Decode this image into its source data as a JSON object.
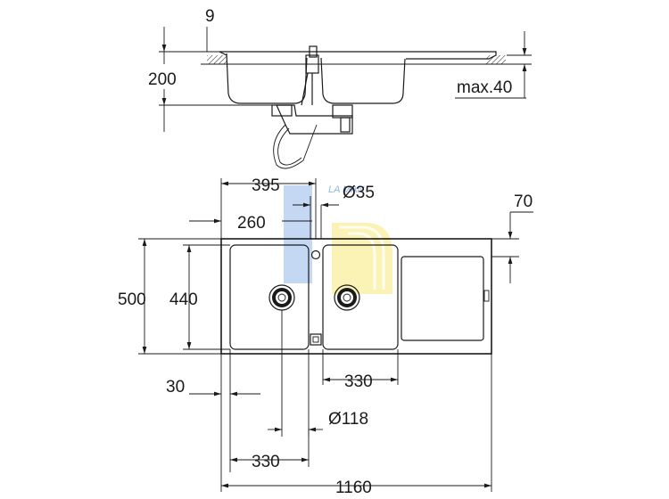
{
  "diagram": {
    "side_view": {
      "dim_thickness": "9",
      "dim_depth": "200",
      "dim_worktop": "max.40"
    },
    "top_view": {
      "dim_tap_offset": "395",
      "dim_tap_hole": "Ø35",
      "dim_drainer_edge": "70",
      "dim_bowl_offset": "260",
      "dim_width": "500",
      "dim_bowl_depth": "440",
      "dim_edge": "30",
      "dim_big_bowl": "330",
      "dim_waste_hole": "Ø118",
      "dim_small_bowl": "330",
      "dim_length": "1160"
    },
    "watermark": {
      "text": "LA MAN",
      "colors": {
        "blue": "#6fa0e6",
        "yellow": "#f3e24a"
      }
    }
  }
}
